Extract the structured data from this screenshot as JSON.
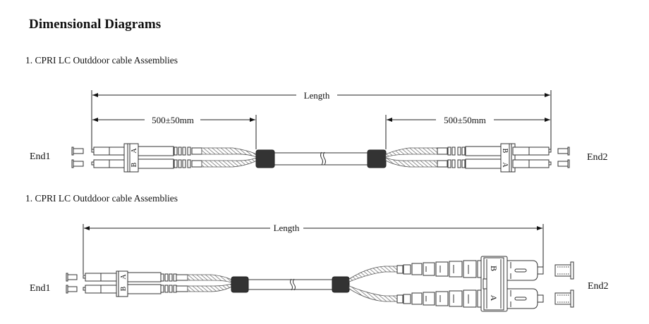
{
  "page": {
    "title": "Dimensional Diagrams"
  },
  "diagrams": [
    {
      "heading": "1. CPRI LC Outddoor cable Assemblies",
      "type": "LC duplex to LC duplex",
      "dimensions": {
        "overall": "Length",
        "left_breakout": "500±50mm",
        "right_breakout": "500±50mm"
      },
      "end_left": {
        "label": "End1",
        "connector": "LC duplex",
        "ports": [
          "A",
          "B"
        ]
      },
      "end_right": {
        "label": "End2",
        "connector": "LC duplex",
        "ports": [
          "B",
          "A"
        ]
      }
    },
    {
      "heading": "1. CPRI LC Outddoor cable Assemblies",
      "type": "LC duplex to SC duplex",
      "dimensions": {
        "overall": "Length"
      },
      "end_left": {
        "label": "End1",
        "connector": "LC duplex",
        "ports": [
          "B",
          "A"
        ]
      },
      "end_right": {
        "label": "End2",
        "connector": "SC duplex",
        "ports": [
          "B",
          "A"
        ]
      }
    }
  ],
  "colors": {
    "line": "#222222",
    "boot_dark": "#333333",
    "hatch": "#777777",
    "background": "#ffffff"
  }
}
